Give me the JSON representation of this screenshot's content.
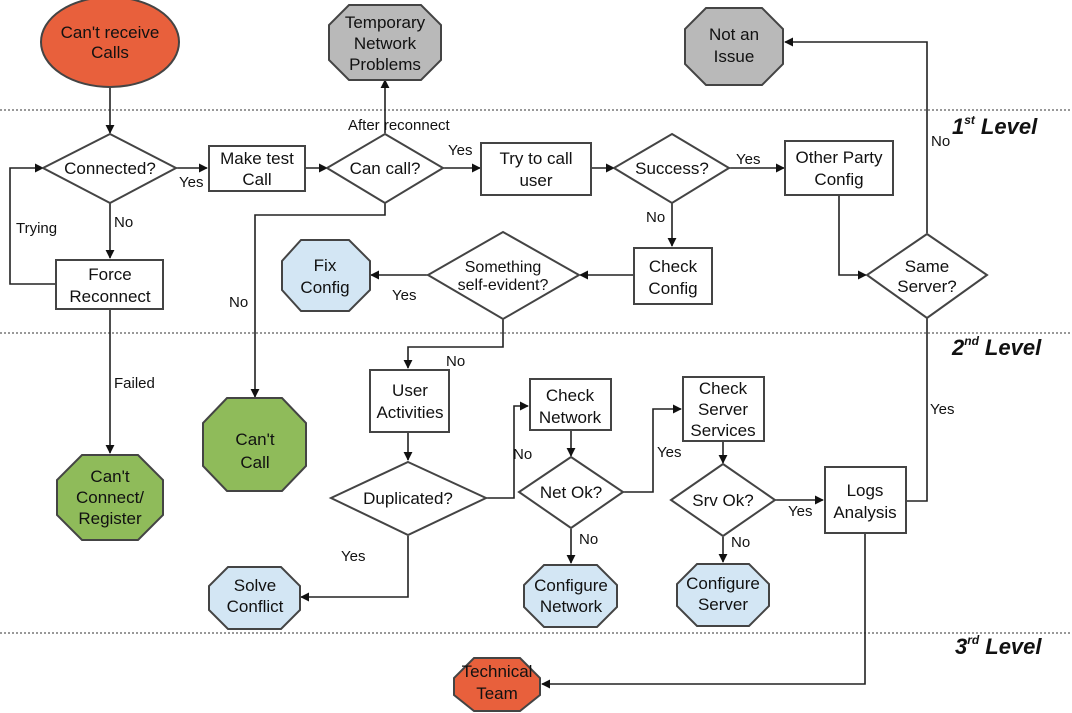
{
  "colors": {
    "start": "#e8603c",
    "grey": "#b9b9b9",
    "green": "#8fbb5a",
    "blue": "#d3e6f4",
    "process": "#ffffff",
    "decision": "#ffffff",
    "stroke": "#444444"
  },
  "levels": [
    {
      "id": "level-1",
      "num": "1",
      "sup": "st",
      "word": "Level"
    },
    {
      "id": "level-2",
      "num": "2",
      "sup": "nd",
      "word": "Level"
    },
    {
      "id": "level-3",
      "num": "3",
      "sup": "rd",
      "word": "Level"
    }
  ],
  "nodes": [
    {
      "id": "cant-receive-calls",
      "shape": "ellipse",
      "fill": "start",
      "lines": [
        "Can't receive",
        "Calls"
      ]
    },
    {
      "id": "temporary-network-problems",
      "shape": "octagon",
      "fill": "grey",
      "lines": [
        "Temporary",
        "Network",
        "Problems"
      ]
    },
    {
      "id": "not-an-issue",
      "shape": "octagon",
      "fill": "grey",
      "lines": [
        "Not an",
        "Issue"
      ]
    },
    {
      "id": "connected",
      "shape": "diamond",
      "fill": "decision",
      "lines": [
        "Connected?"
      ]
    },
    {
      "id": "make-test-call",
      "shape": "rect",
      "fill": "process",
      "lines": [
        "Make test",
        "Call"
      ]
    },
    {
      "id": "can-call",
      "shape": "diamond",
      "fill": "decision",
      "lines": [
        "Can call?"
      ]
    },
    {
      "id": "try-to-call-user",
      "shape": "rect",
      "fill": "process",
      "lines": [
        "Try to call",
        "user"
      ]
    },
    {
      "id": "success",
      "shape": "diamond",
      "fill": "decision",
      "lines": [
        "Success?"
      ]
    },
    {
      "id": "other-party-config",
      "shape": "rect",
      "fill": "process",
      "lines": [
        "Other Party",
        "Config"
      ]
    },
    {
      "id": "force-reconnect",
      "shape": "rect",
      "fill": "process",
      "lines": [
        "Force",
        "Reconnect"
      ]
    },
    {
      "id": "fix-config",
      "shape": "octagon",
      "fill": "blue",
      "lines": [
        "Fix",
        "Config"
      ]
    },
    {
      "id": "something-self-evident",
      "shape": "diamond",
      "fill": "decision",
      "lines": [
        "Something",
        "self-evident?"
      ]
    },
    {
      "id": "check-config",
      "shape": "rect",
      "fill": "process",
      "lines": [
        "Check",
        "Config"
      ]
    },
    {
      "id": "same-server",
      "shape": "diamond",
      "fill": "decision",
      "lines": [
        "Same",
        "Server?"
      ]
    },
    {
      "id": "user-activities",
      "shape": "rect",
      "fill": "process",
      "lines": [
        "User",
        "Activities"
      ]
    },
    {
      "id": "check-network",
      "shape": "rect",
      "fill": "process",
      "lines": [
        "Check",
        "Network"
      ]
    },
    {
      "id": "check-server-services",
      "shape": "rect",
      "fill": "process",
      "lines": [
        "Check",
        "Server",
        "Services"
      ]
    },
    {
      "id": "cant-call",
      "shape": "octagon",
      "fill": "green",
      "lines": [
        "Can't",
        "Call"
      ]
    },
    {
      "id": "cant-connect-register",
      "shape": "octagon",
      "fill": "green",
      "lines": [
        "Can't",
        "Connect/",
        "Register"
      ]
    },
    {
      "id": "duplicated",
      "shape": "diamond",
      "fill": "decision",
      "lines": [
        "Duplicated?"
      ]
    },
    {
      "id": "net-ok",
      "shape": "diamond",
      "fill": "decision",
      "lines": [
        "Net Ok?"
      ]
    },
    {
      "id": "srv-ok",
      "shape": "diamond",
      "fill": "decision",
      "lines": [
        "Srv Ok?"
      ]
    },
    {
      "id": "logs-analysis",
      "shape": "rect",
      "fill": "process",
      "lines": [
        "Logs",
        "Analysis"
      ]
    },
    {
      "id": "solve-conflict",
      "shape": "octagon",
      "fill": "blue",
      "lines": [
        "Solve",
        "Conflict"
      ]
    },
    {
      "id": "configure-network",
      "shape": "octagon",
      "fill": "blue",
      "lines": [
        "Configure",
        "Network"
      ]
    },
    {
      "id": "configure-server",
      "shape": "octagon",
      "fill": "blue",
      "lines": [
        "Configure",
        "Server"
      ]
    },
    {
      "id": "technical-team",
      "shape": "octagon",
      "fill": "start",
      "lines": [
        "Technical",
        "Team"
      ]
    }
  ],
  "edge_labels": [
    {
      "id": "yes-connected",
      "text": "Yes"
    },
    {
      "id": "no-connected",
      "text": "No"
    },
    {
      "id": "trying",
      "text": "Trying"
    },
    {
      "id": "after-reconnect",
      "text": "After reconnect"
    },
    {
      "id": "yes-can-call",
      "text": "Yes"
    },
    {
      "id": "no-can-call",
      "text": "No"
    },
    {
      "id": "yes-success",
      "text": "Yes"
    },
    {
      "id": "no-success",
      "text": "No"
    },
    {
      "id": "yes-self-evident",
      "text": "Yes"
    },
    {
      "id": "no-self-evident",
      "text": "No"
    },
    {
      "id": "no-same-server",
      "text": "No"
    },
    {
      "id": "yes-same-server",
      "text": "Yes"
    },
    {
      "id": "failed",
      "text": "Failed"
    },
    {
      "id": "no-duplicated",
      "text": "No"
    },
    {
      "id": "yes-duplicated",
      "text": "Yes"
    },
    {
      "id": "yes-net-ok",
      "text": "Yes"
    },
    {
      "id": "no-net-ok",
      "text": "No"
    },
    {
      "id": "yes-srv-ok",
      "text": "Yes"
    },
    {
      "id": "no-srv-ok",
      "text": "No"
    }
  ]
}
